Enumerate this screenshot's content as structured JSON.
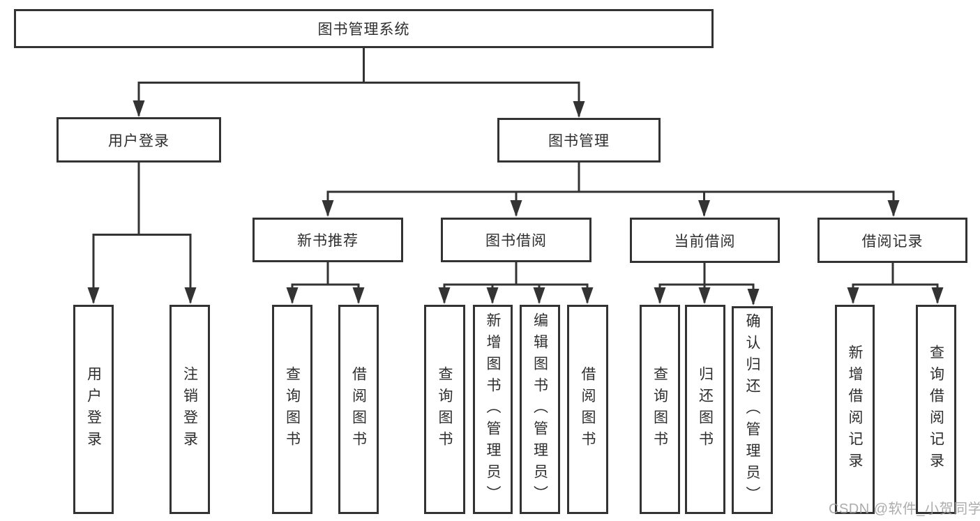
{
  "diagram_title": "图书管理系统",
  "colors": {
    "line": "#333333",
    "box_border": "#333333",
    "box_background": "#ffffff",
    "text": "#2e2e2e",
    "watermark": "#9e9e9e"
  },
  "tree": {
    "label": "图书管理系统",
    "children": [
      {
        "label": "用户登录",
        "children": [
          {
            "label": "用户登录"
          },
          {
            "label": "注销登录"
          }
        ]
      },
      {
        "label": "图书管理",
        "children": [
          {
            "label": "新书推荐",
            "children": [
              {
                "label": "查询图书"
              },
              {
                "label": "借阅图书"
              }
            ]
          },
          {
            "label": "图书借阅",
            "children": [
              {
                "label": "查询图书"
              },
              {
                "label": "新增图书（管理员）"
              },
              {
                "label": "编辑图书（管理员）"
              },
              {
                "label": "借阅图书"
              }
            ]
          },
          {
            "label": "当前借阅",
            "children": [
              {
                "label": "查询图书"
              },
              {
                "label": "归还图书"
              },
              {
                "label": "确认归还（管理员）"
              }
            ]
          },
          {
            "label": "借阅记录",
            "children": [
              {
                "label": "新增借阅记录"
              },
              {
                "label": "查询借阅记录"
              }
            ]
          }
        ]
      }
    ]
  },
  "watermark": {
    "text": "CSDN @软件_小贺同学"
  }
}
